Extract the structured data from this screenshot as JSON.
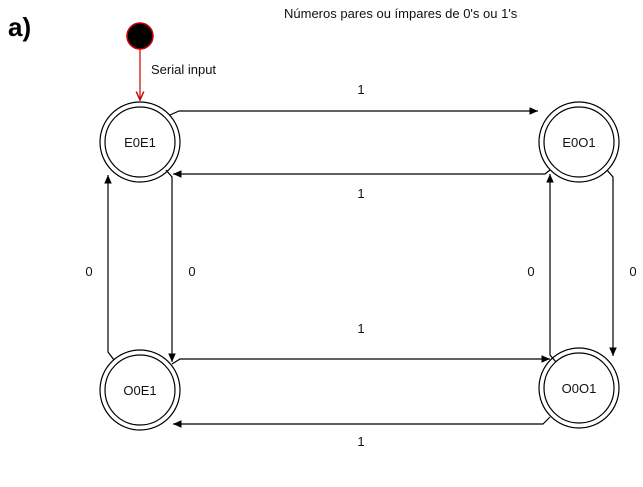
{
  "figure_label": "a)",
  "title": "Números pares ou ímpares de 0's ou 1's",
  "start": {
    "label": "Serial input"
  },
  "states": {
    "e0e1": "E0E1",
    "e0o1": "E0O1",
    "o0e1": "O0E1",
    "o0o1": "O0O1"
  },
  "transitions": {
    "e0e1_to_e0o1": "1",
    "e0o1_to_e0e1": "1",
    "o0e1_to_o0o1": "1",
    "o0o1_to_o0e1": "1",
    "o0e1_to_e0e1": "0",
    "e0e1_to_o0e1": "0",
    "o0o1_to_e0o1": "0",
    "e0o1_to_o0o1": "0"
  },
  "colors": {
    "start_arrow": "#cc0000",
    "start_node": "#000000",
    "edges": "#000000"
  }
}
